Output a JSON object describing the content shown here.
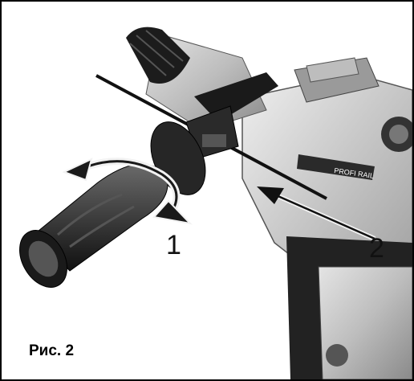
{
  "figure": {
    "caption": "Рис. 2",
    "callouts": [
      "1",
      "2"
    ],
    "brand_mark": "PROFI RAIL",
    "colors": {
      "frame": "#000000",
      "ink": "#111111",
      "paper": "#ffffff"
    },
    "icons": [
      "rotation-arrow-icon",
      "insertion-arrow-icon"
    ]
  }
}
